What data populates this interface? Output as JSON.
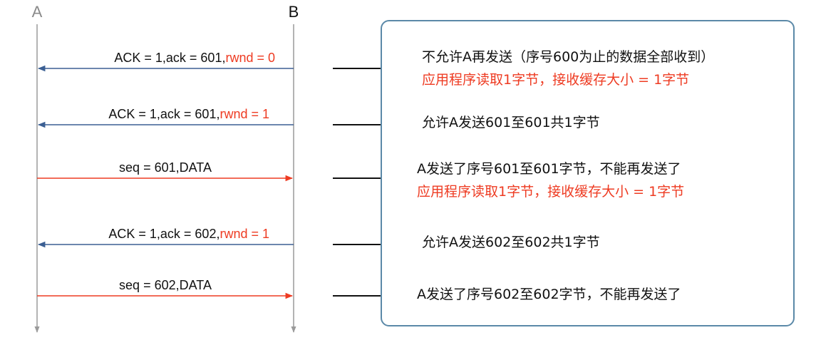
{
  "hosts": {
    "a": "A",
    "b": "B"
  },
  "colors": {
    "blue": "#3b5f93",
    "red": "#ee3b22",
    "black": "#111111",
    "box": "#5b89a8"
  },
  "messages": [
    {
      "text": "ACK = 1,ack = 601,",
      "highlight": "rwnd = 0",
      "direction": "B-to-A"
    },
    {
      "text": "ACK = 1,ack = 601,",
      "highlight": "rwnd = 1",
      "direction": "B-to-A"
    },
    {
      "text": "seq = 601,DATA",
      "highlight": "",
      "direction": "A-to-B"
    },
    {
      "text": "ACK = 1,ack = 602,",
      "highlight": "rwnd = 1",
      "direction": "B-to-A"
    },
    {
      "text": "seq = 602,DATA",
      "highlight": "",
      "direction": "A-to-B"
    }
  ],
  "notes": [
    {
      "line1": "不允许A再发送（序号600为止的数据全部收到）",
      "line2": "应用程序读取1字节，接收缓存大小 = 1字节"
    },
    {
      "line1": "允许A发送601至601共1字节",
      "line2": ""
    },
    {
      "line1": "A发送了序号601至601字节，不能再发送了",
      "line2": "应用程序读取1字节，接收缓存大小 = 1字节"
    },
    {
      "line1": "允许A发送602至602共1字节",
      "line2": ""
    },
    {
      "line1": "A发送了序号602至602字节，不能再发送了",
      "line2": ""
    }
  ]
}
